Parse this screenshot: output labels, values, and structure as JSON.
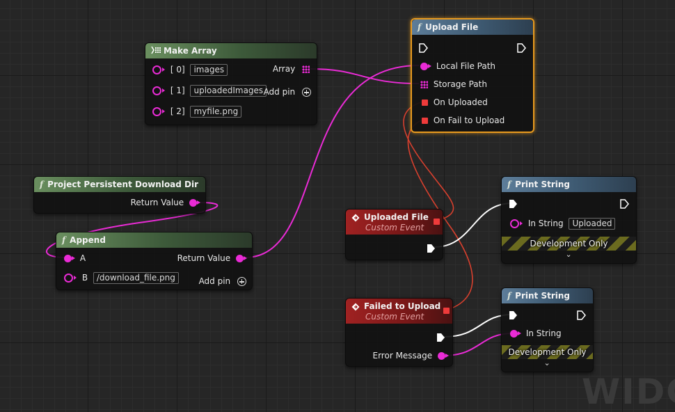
{
  "watermark": "WIDG",
  "make_array": {
    "title": "Make Array",
    "inputs": [
      {
        "index": "[ 0]",
        "value": "images"
      },
      {
        "index": "[ 1]",
        "value": "uploadedImages"
      },
      {
        "index": "[ 2]",
        "value": "myfile.png"
      }
    ],
    "output_label": "Array",
    "add_pin_label": "Add pin"
  },
  "upload_file": {
    "title": "Upload File",
    "pins": [
      "Local File Path",
      "Storage Path",
      "On Uploaded",
      "On Fail to Upload"
    ]
  },
  "project_dir": {
    "title": "Project Persistent Download Dir",
    "output_label": "Return Value"
  },
  "append": {
    "title": "Append",
    "input_a": "A",
    "input_b": "B",
    "input_b_value": "/download_file.png",
    "output_label": "Return Value",
    "add_pin_label": "Add pin"
  },
  "uploaded_event": {
    "title": "Uploaded File",
    "subtitle": "Custom Event"
  },
  "failed_event": {
    "title": "Failed to Upload",
    "subtitle": "Custom Event",
    "output_label": "Error Message"
  },
  "print_uploaded": {
    "title": "Print String",
    "in_string_label": "In String",
    "in_string_value": "Uploaded",
    "dev_only": "Development Only"
  },
  "print_failed": {
    "title": "Print String",
    "in_string_label": "In String",
    "dev_only": "Development Only"
  },
  "colors": {
    "string_pin": "#ea2bd6",
    "event_pin": "#ef3b3b",
    "exec_wire": "#ffffff",
    "delegate_wire": "#d9402e",
    "selection": "#e89a1e"
  }
}
